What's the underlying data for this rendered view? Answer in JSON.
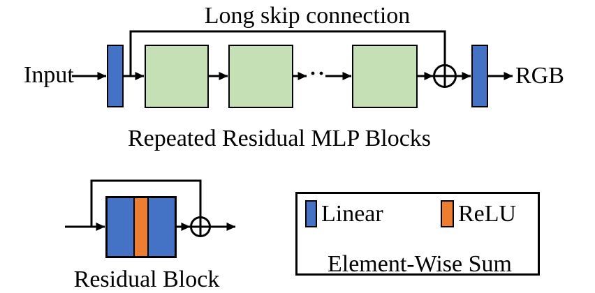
{
  "diagram_title": "Residual MLP architecture diagram",
  "colors": {
    "linear_blue": "#4472C4",
    "relu_orange": "#ED7D31",
    "mlp_green": "#C5E0B4",
    "line_black": "#000000",
    "background": "#FFFFFF"
  },
  "pipeline": {
    "input_label": "Input",
    "output_label": "RGB",
    "skip_label": "Long skip connection",
    "dots": "··",
    "caption": "Repeated Residual MLP Blocks"
  },
  "residual_detail": {
    "caption": "Residual Block"
  },
  "legend": {
    "linear_label": "Linear",
    "relu_label": "ReLU",
    "sum_label": "Element-Wise Sum"
  }
}
